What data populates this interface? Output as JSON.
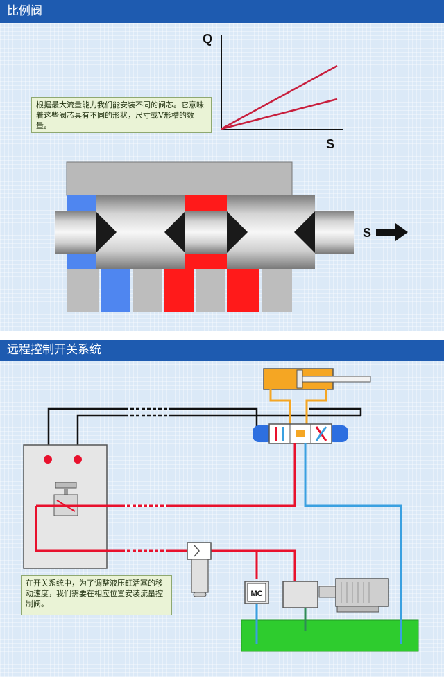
{
  "section1": {
    "title": "比例阀",
    "note": "根据最大流量能力我们能安装不同的阀芯。它意味着这些阀芯具有不同的形状，尺寸或V形槽的数量。",
    "graph": {
      "y_label": "Q",
      "x_label": "S"
    },
    "spool_label": "S"
  },
  "section2": {
    "title": "远程控制开关系统",
    "note": "在开关系统中，为了调整液压缸活塞的移动速度，我们需要在相应位置安装流量控制阀。",
    "relief_valve_label": "MC"
  },
  "colors": {
    "header": "#1e5bb0",
    "pressure": "#e8112d",
    "return": "#3aa0e0",
    "tank": "#2ecc2e",
    "cylinder": "#f5a623"
  }
}
